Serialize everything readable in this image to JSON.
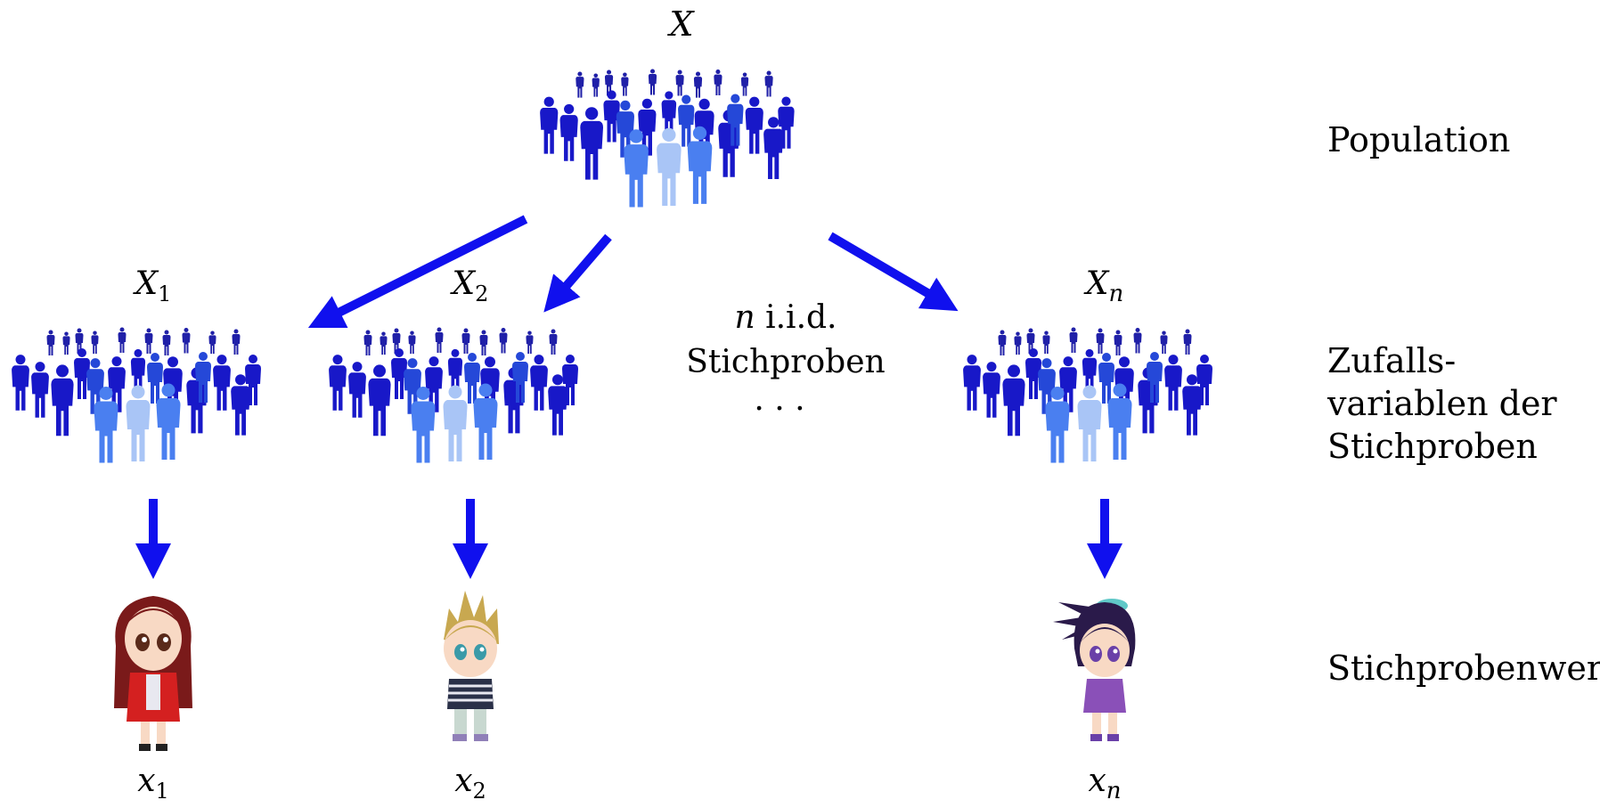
{
  "variables": {
    "population": {
      "base": "X",
      "sub": ""
    },
    "sample_1": {
      "base": "X",
      "sub": "1"
    },
    "sample_2": {
      "base": "X",
      "sub": "2"
    },
    "sample_n": {
      "base": "X",
      "sub": "n"
    },
    "value_1": {
      "base": "x",
      "sub": "1"
    },
    "value_2": {
      "base": "x",
      "sub": "2"
    },
    "value_n": {
      "base": "x",
      "sub": "n"
    }
  },
  "center_note": {
    "var": "n",
    "line1_rest": " i.i.d.",
    "line2": "Stichproben",
    "ellipsis": ". . ."
  },
  "row_labels": {
    "population": "Population",
    "random_vars": [
      "Zufalls-",
      "variablen der",
      "Stichproben"
    ],
    "sample_value": "Stichprobenwert"
  },
  "colors": {
    "arrow": "#1010ee",
    "crowd_dark": "#1a1ad0",
    "crowd_mid": "#2a3fe0",
    "crowd_light": "#4a80ee",
    "crowd_pale": "#a8c4f5"
  }
}
